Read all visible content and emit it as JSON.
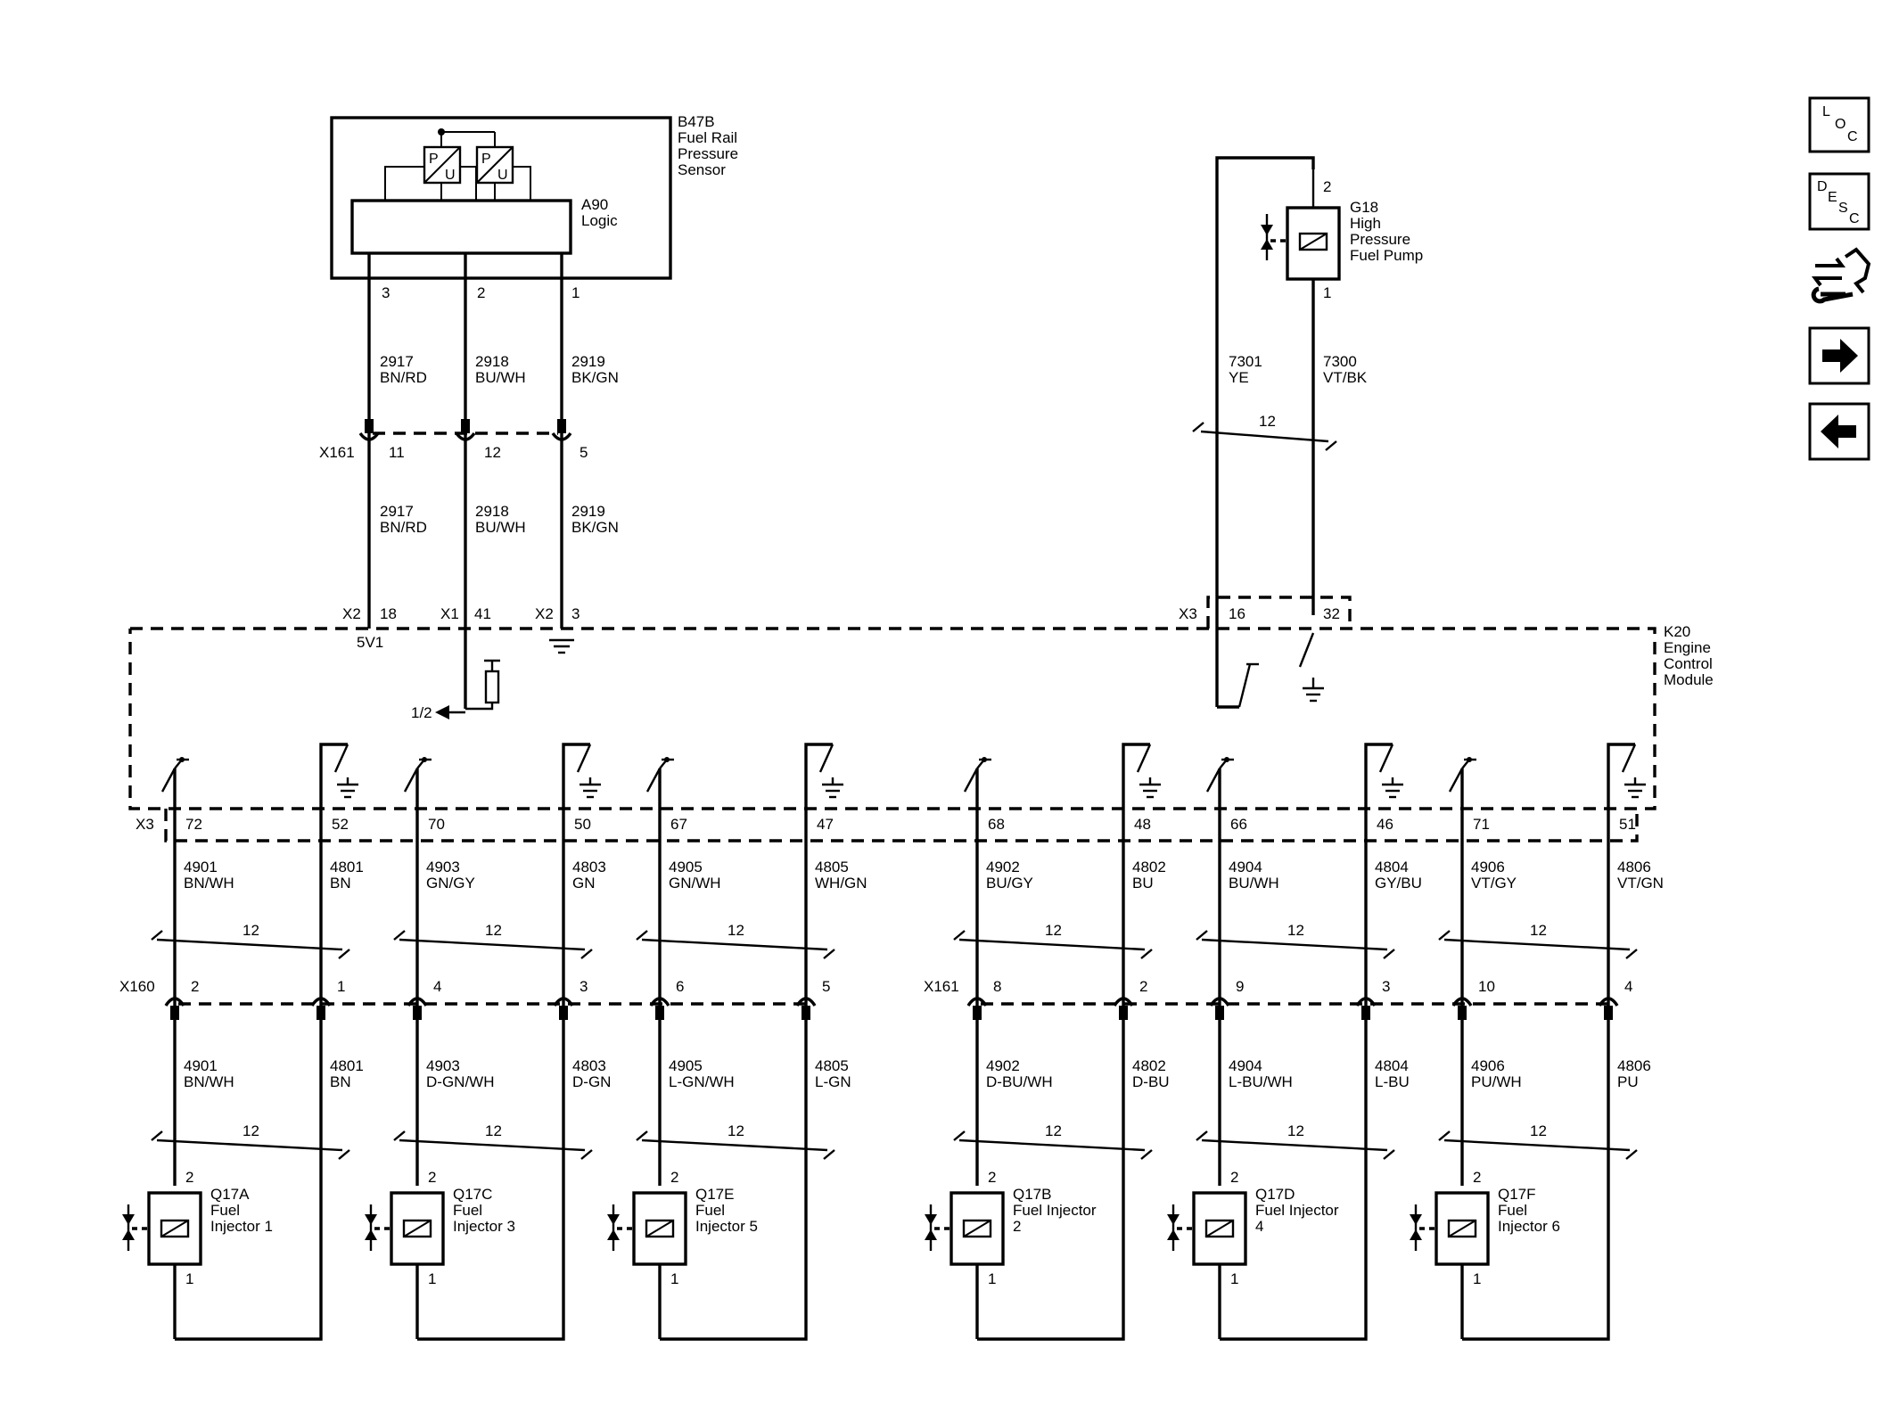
{
  "sensor": {
    "ref": "B47B",
    "name_lines": [
      "Fuel Rail",
      "Pressure",
      "Sensor"
    ],
    "logic_ref": "A90",
    "logic_label": "Logic",
    "pins": [
      "3",
      "2",
      "1"
    ],
    "pu_label": "P",
    "pu_label2": "U"
  },
  "sensor_wires_top": [
    {
      "circuit": "2917",
      "color": "BN/RD"
    },
    {
      "circuit": "2918",
      "color": "BU/WH"
    },
    {
      "circuit": "2919",
      "color": "BK/GN"
    }
  ],
  "x161_upper": {
    "ref": "X161",
    "pins": [
      "11",
      "12",
      "5"
    ]
  },
  "sensor_wires_bottom": [
    {
      "circuit": "2917",
      "color": "BN/RD"
    },
    {
      "circuit": "2918",
      "color": "BU/WH"
    },
    {
      "circuit": "2919",
      "color": "BK/GN"
    }
  ],
  "ecm_sensor_pins": [
    {
      "conn": "X2",
      "pin": "18"
    },
    {
      "conn": "X1",
      "pin": "41"
    },
    {
      "conn": "X2",
      "pin": "3"
    }
  ],
  "ref_5v": "5V1",
  "page_ref": "1/2",
  "pump": {
    "ref": "G18",
    "name_lines": [
      "High",
      "Pressure",
      "Fuel Pump"
    ],
    "pin_top": "2",
    "pin_bottom": "1",
    "wires": [
      {
        "circuit": "7301",
        "color": "YE"
      },
      {
        "circuit": "7300",
        "color": "VT/BK"
      }
    ],
    "twist": "12",
    "ecm_conn": "X3",
    "ecm_pins": [
      "16",
      "32"
    ]
  },
  "ecm": {
    "ref": "K20",
    "name_lines": [
      "Engine",
      "Control",
      "Module"
    ],
    "conn": "X3"
  },
  "x160": "X160",
  "x161": "X161",
  "twist_label": "12",
  "injectors": [
    {
      "ecm_pin_a": "72",
      "ecm_pin_b": "52",
      "upper_a": {
        "circuit": "4901",
        "color": "BN/WH"
      },
      "upper_b": {
        "circuit": "4801",
        "color": "BN"
      },
      "conn_pin_a": "2",
      "conn_pin_b": "1",
      "lower_a": {
        "circuit": "4901",
        "color": "BN/WH"
      },
      "lower_b": {
        "circuit": "4801",
        "color": "BN"
      },
      "ref": "Q17A",
      "name_lines": [
        "Fuel",
        "Injector 1"
      ],
      "pin_top": "2",
      "pin_bottom": "1"
    },
    {
      "ecm_pin_a": "70",
      "ecm_pin_b": "50",
      "upper_a": {
        "circuit": "4903",
        "color": "GN/GY"
      },
      "upper_b": {
        "circuit": "4803",
        "color": "GN"
      },
      "conn_pin_a": "4",
      "conn_pin_b": "3",
      "lower_a": {
        "circuit": "4903",
        "color": "D-GN/WH"
      },
      "lower_b": {
        "circuit": "4803",
        "color": "D-GN"
      },
      "ref": "Q17C",
      "name_lines": [
        "Fuel",
        "Injector 3"
      ],
      "pin_top": "2",
      "pin_bottom": "1"
    },
    {
      "ecm_pin_a": "67",
      "ecm_pin_b": "47",
      "upper_a": {
        "circuit": "4905",
        "color": "GN/WH"
      },
      "upper_b": {
        "circuit": "4805",
        "color": "WH/GN"
      },
      "conn_pin_a": "6",
      "conn_pin_b": "5",
      "lower_a": {
        "circuit": "4905",
        "color": "L-GN/WH"
      },
      "lower_b": {
        "circuit": "4805",
        "color": "L-GN"
      },
      "ref": "Q17E",
      "name_lines": [
        "Fuel",
        "Injector 5"
      ],
      "pin_top": "2",
      "pin_bottom": "1"
    },
    {
      "ecm_pin_a": "68",
      "ecm_pin_b": "48",
      "upper_a": {
        "circuit": "4902",
        "color": "BU/GY"
      },
      "upper_b": {
        "circuit": "4802",
        "color": "BU"
      },
      "conn_pin_a": "8",
      "conn_pin_b": "2",
      "lower_a": {
        "circuit": "4902",
        "color": "D-BU/WH"
      },
      "lower_b": {
        "circuit": "4802",
        "color": "D-BU"
      },
      "ref": "Q17B",
      "name_lines": [
        "Fuel Injector",
        "2"
      ],
      "pin_top": "2",
      "pin_bottom": "1"
    },
    {
      "ecm_pin_a": "66",
      "ecm_pin_b": "46",
      "upper_a": {
        "circuit": "4904",
        "color": "BU/WH"
      },
      "upper_b": {
        "circuit": "4804",
        "color": "GY/BU"
      },
      "conn_pin_a": "9",
      "conn_pin_b": "3",
      "lower_a": {
        "circuit": "4904",
        "color": "L-BU/WH"
      },
      "lower_b": {
        "circuit": "4804",
        "color": "L-BU"
      },
      "ref": "Q17D",
      "name_lines": [
        "Fuel Injector",
        "4"
      ],
      "pin_top": "2",
      "pin_bottom": "1"
    },
    {
      "ecm_pin_a": "71",
      "ecm_pin_b": "51",
      "upper_a": {
        "circuit": "4906",
        "color": "VT/GY"
      },
      "upper_b": {
        "circuit": "4806",
        "color": "VT/GN"
      },
      "conn_pin_a": "10",
      "conn_pin_b": "4",
      "lower_a": {
        "circuit": "4906",
        "color": "PU/WH"
      },
      "lower_b": {
        "circuit": "4806",
        "color": "PU"
      },
      "ref": "Q17F",
      "name_lines": [
        "Fuel",
        "Injector 6"
      ],
      "pin_top": "2",
      "pin_bottom": "1"
    }
  ],
  "nav": {
    "loc": [
      "L",
      "O",
      "C"
    ],
    "desc": [
      "D",
      "E",
      "S",
      "C"
    ],
    "icons": [
      "connector-repair-icon",
      "next-arrow-icon",
      "back-arrow-icon"
    ]
  }
}
